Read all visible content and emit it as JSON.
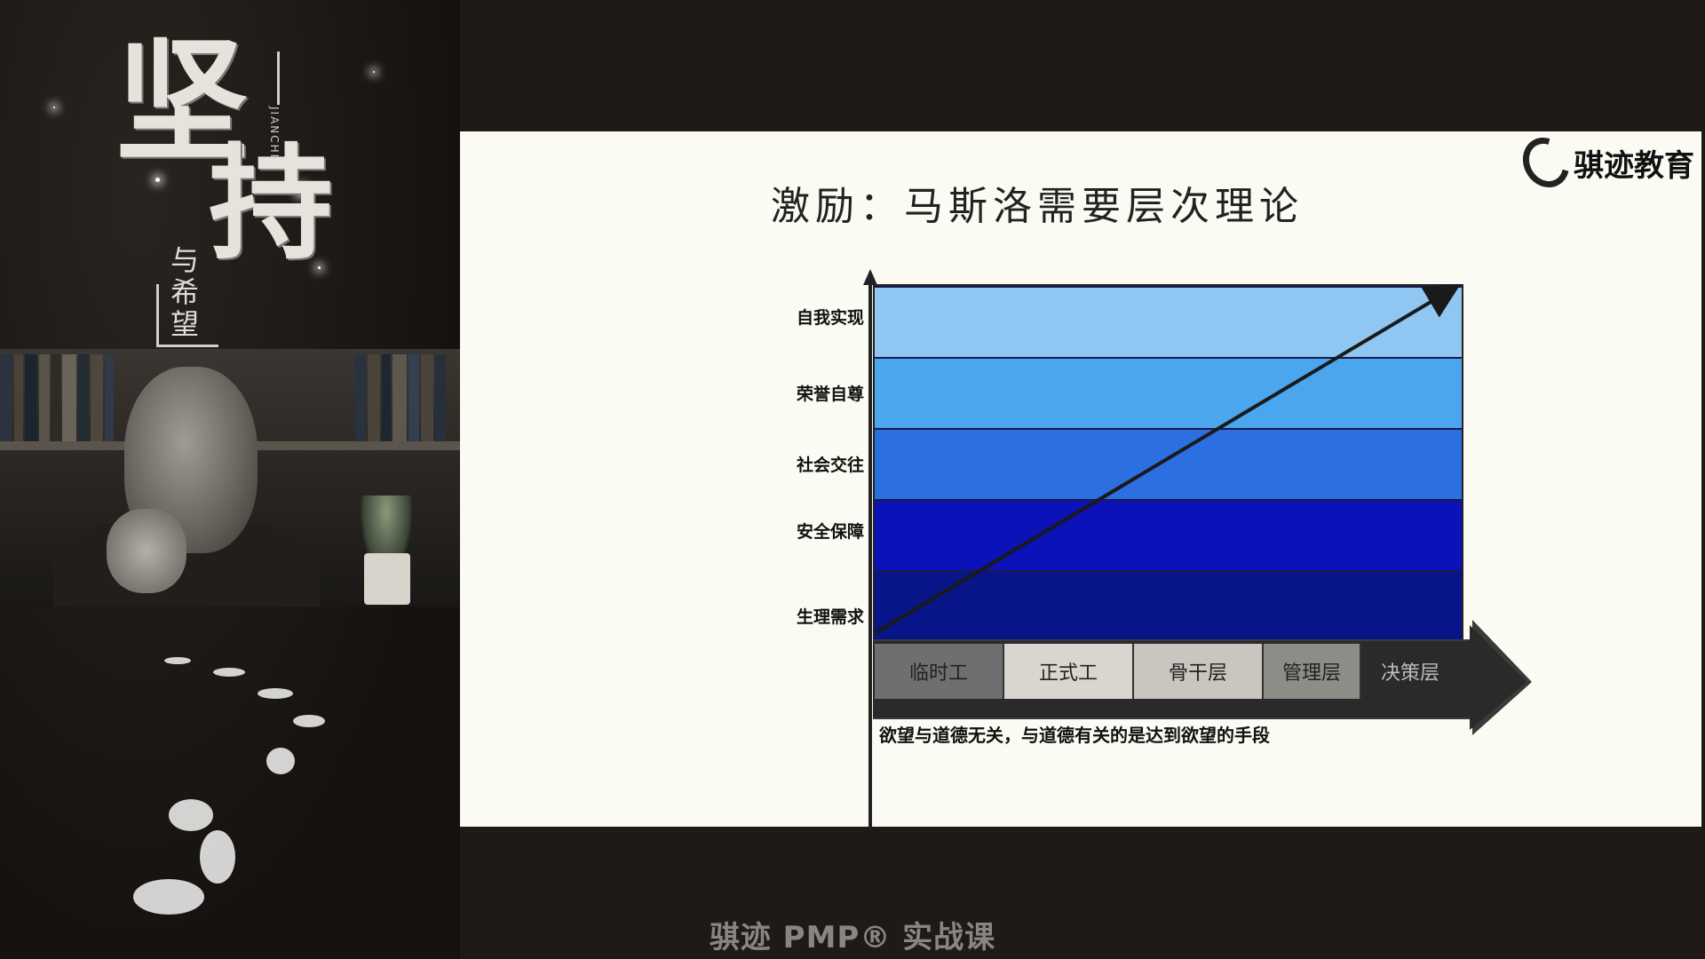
{
  "overlay": {
    "calligraphy_main": [
      "坚",
      "持"
    ],
    "calligraphy_sub": "与希望",
    "calligraphy_latin": "JIANCHI"
  },
  "slide": {
    "title": "激励：马斯洛需要层次理论",
    "brand_name": "骐迹教育",
    "levels": [
      {
        "label": "自我实现",
        "color": "#8fc7f2"
      },
      {
        "label": "荣誉自尊",
        "color": "#4aa6ee"
      },
      {
        "label": "社会交往",
        "color": "#2b6fe0"
      },
      {
        "label": "安全保障",
        "color": "#0a12b8"
      },
      {
        "label": "生理需求",
        "color": "#081588"
      }
    ],
    "stages": [
      {
        "label": "临时工",
        "color": "#6f6f6f"
      },
      {
        "label": "正式工",
        "color": "#d8d6cf"
      },
      {
        "label": "骨干层",
        "color": "#c8c6bf"
      },
      {
        "label": "管理层",
        "color": "#8e8c87"
      },
      {
        "label": "决策层",
        "color": "#2a2a2a"
      }
    ],
    "footnote": "欲望与道德无关，与道德有关的是达到欲望的手段"
  },
  "caption": "骐迹 PMP® 实战课"
}
